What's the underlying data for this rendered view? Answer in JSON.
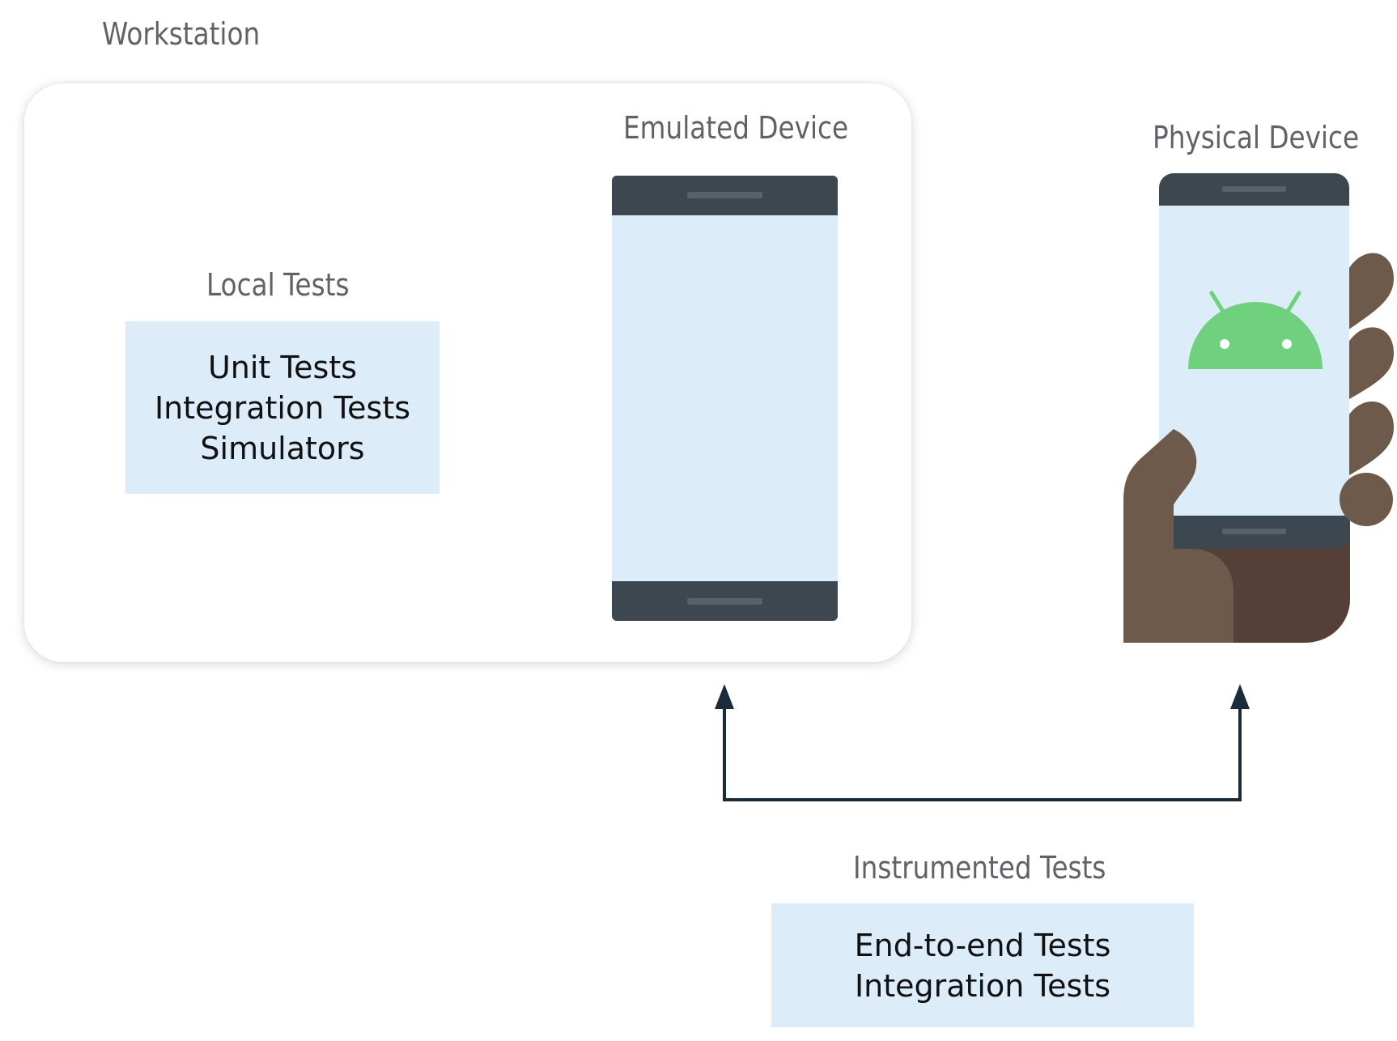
{
  "workstation": {
    "label": "Workstation"
  },
  "emulated_device": {
    "label": "Emulated Device"
  },
  "physical_device": {
    "label": "Physical Device"
  },
  "local_tests": {
    "label": "Local Tests",
    "items": [
      "Unit Tests",
      "Integration Tests",
      "Simulators"
    ]
  },
  "instrumented_tests": {
    "label": "Instrumented Tests",
    "items": [
      "End-to-end Tests",
      "Integration Tests"
    ]
  },
  "colors": {
    "box_fill": "#dcecf9",
    "phone_frame": "#3c474f",
    "screen": "#dcecf9",
    "android": "#6fd07e",
    "hand_light": "#6e5a4b",
    "hand_dark": "#553f37",
    "arrow": "#1a2b3a"
  },
  "icons": [
    "android-logo-icon",
    "hand-holding-phone-icon"
  ]
}
